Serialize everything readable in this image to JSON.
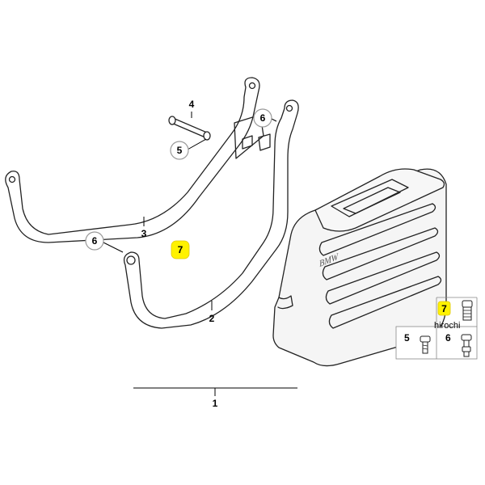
{
  "callouts": {
    "c1": "1",
    "c2": "2",
    "c3": "3",
    "c4": "4",
    "c5_main": "5",
    "c6_upper": "6",
    "c6_left": "6",
    "c7_main": "7",
    "c7_legend": "7",
    "c5_legend": "5",
    "c6_legend": "6"
  },
  "watermark": "hirochi",
  "case_logo": "BMW",
  "colors": {
    "highlight": "#fff200",
    "line": "#222222",
    "case_fill": "#f2f2f2"
  }
}
